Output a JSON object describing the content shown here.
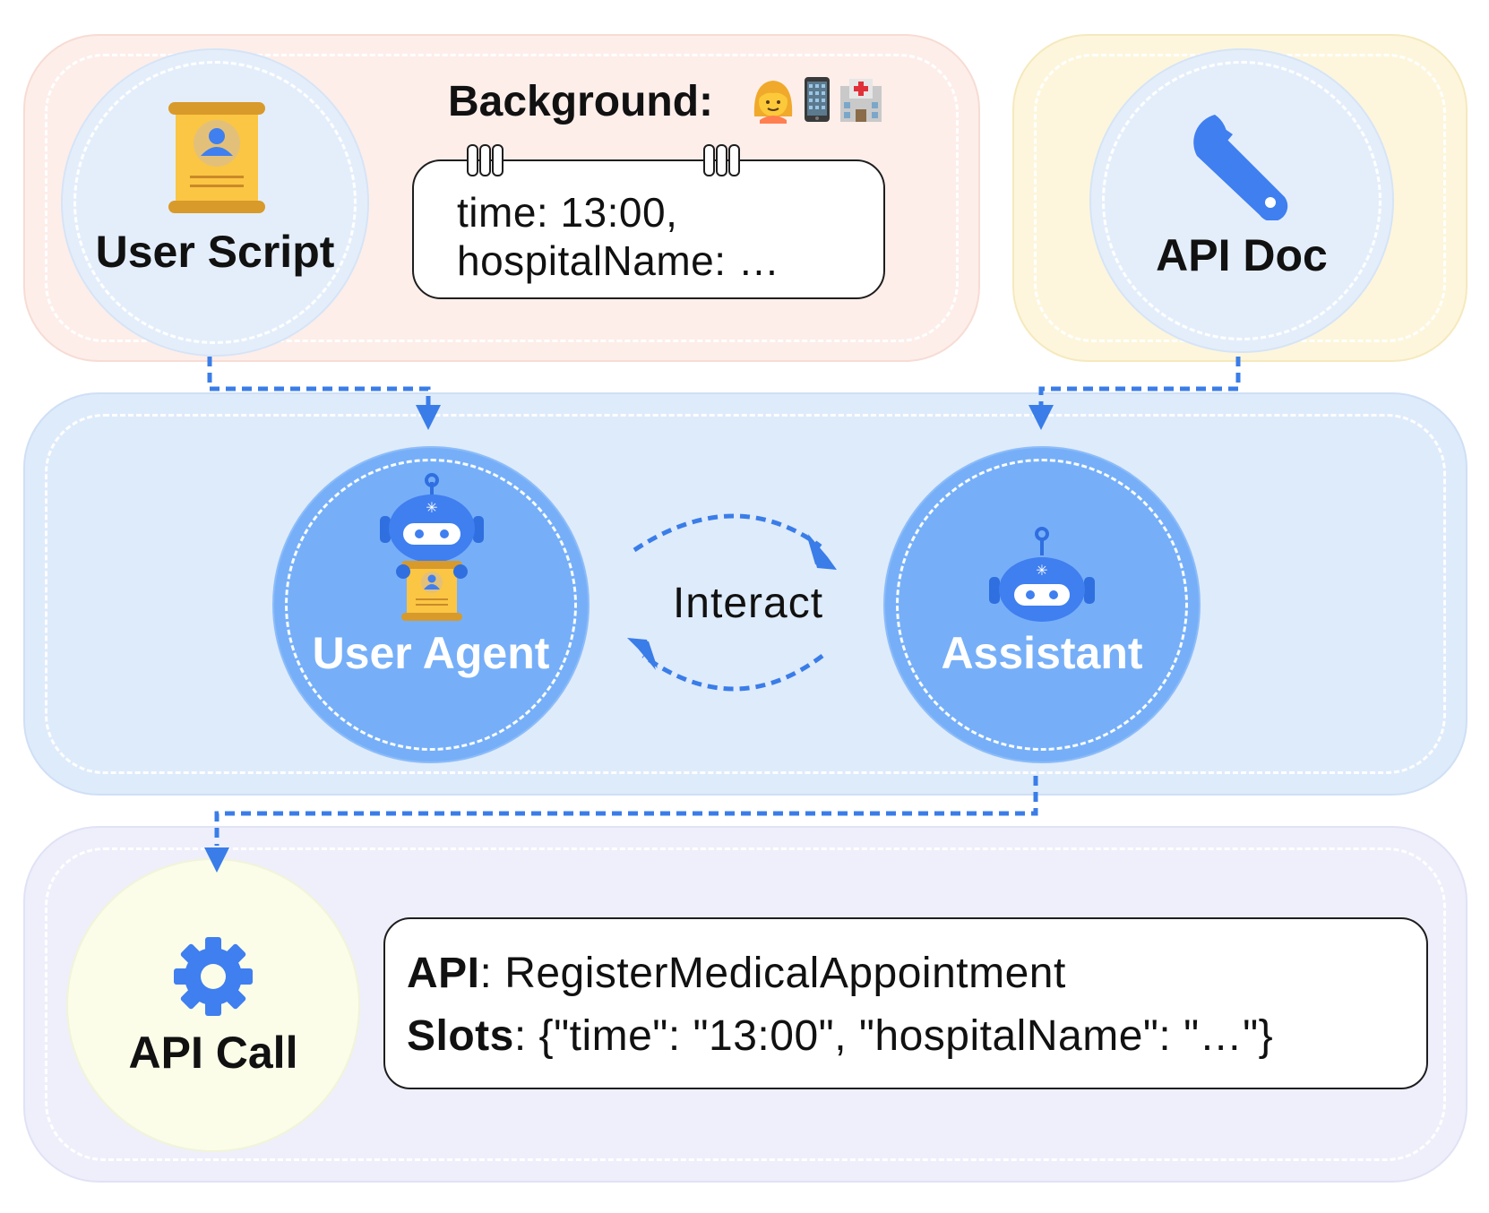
{
  "colors": {
    "script_panel": "#fdeeea",
    "doc_panel": "#fdf6dc",
    "agent_panel": "#deebfb",
    "call_panel": "#eeeffb",
    "light_circle": "#e4eefb",
    "agent_circle": "#76aff8",
    "call_circle": "#fbfde9",
    "accent_blue": "#3f7ff0",
    "arrow_blue": "#3a7de8",
    "scroll_gold": "#fbc643",
    "scroll_dark": "#d89a2a"
  },
  "user_script": {
    "label": "User Script",
    "icon": "scroll-icon"
  },
  "background": {
    "title": "Background:",
    "emojis": [
      "👩",
      "📱",
      "🏥"
    ],
    "note_line1": "time: 13:00,",
    "note_line2": "hospitalName: …"
  },
  "api_doc": {
    "label": "API Doc",
    "icon": "wrench-icon"
  },
  "user_agent": {
    "label": "User Agent",
    "icon": "robot-with-scroll-icon"
  },
  "assistant": {
    "label": "Assistant",
    "icon": "robot-icon"
  },
  "interact": {
    "label": "Interact"
  },
  "api_call": {
    "label": "API Call",
    "icon": "gear-icon",
    "api_key": "API",
    "api_value": ": RegisterMedicalAppointment",
    "slots_key": "Slots",
    "slots_value": ": {\"time\": \"13:00\", \"hospitalName\": \"…\"}"
  }
}
